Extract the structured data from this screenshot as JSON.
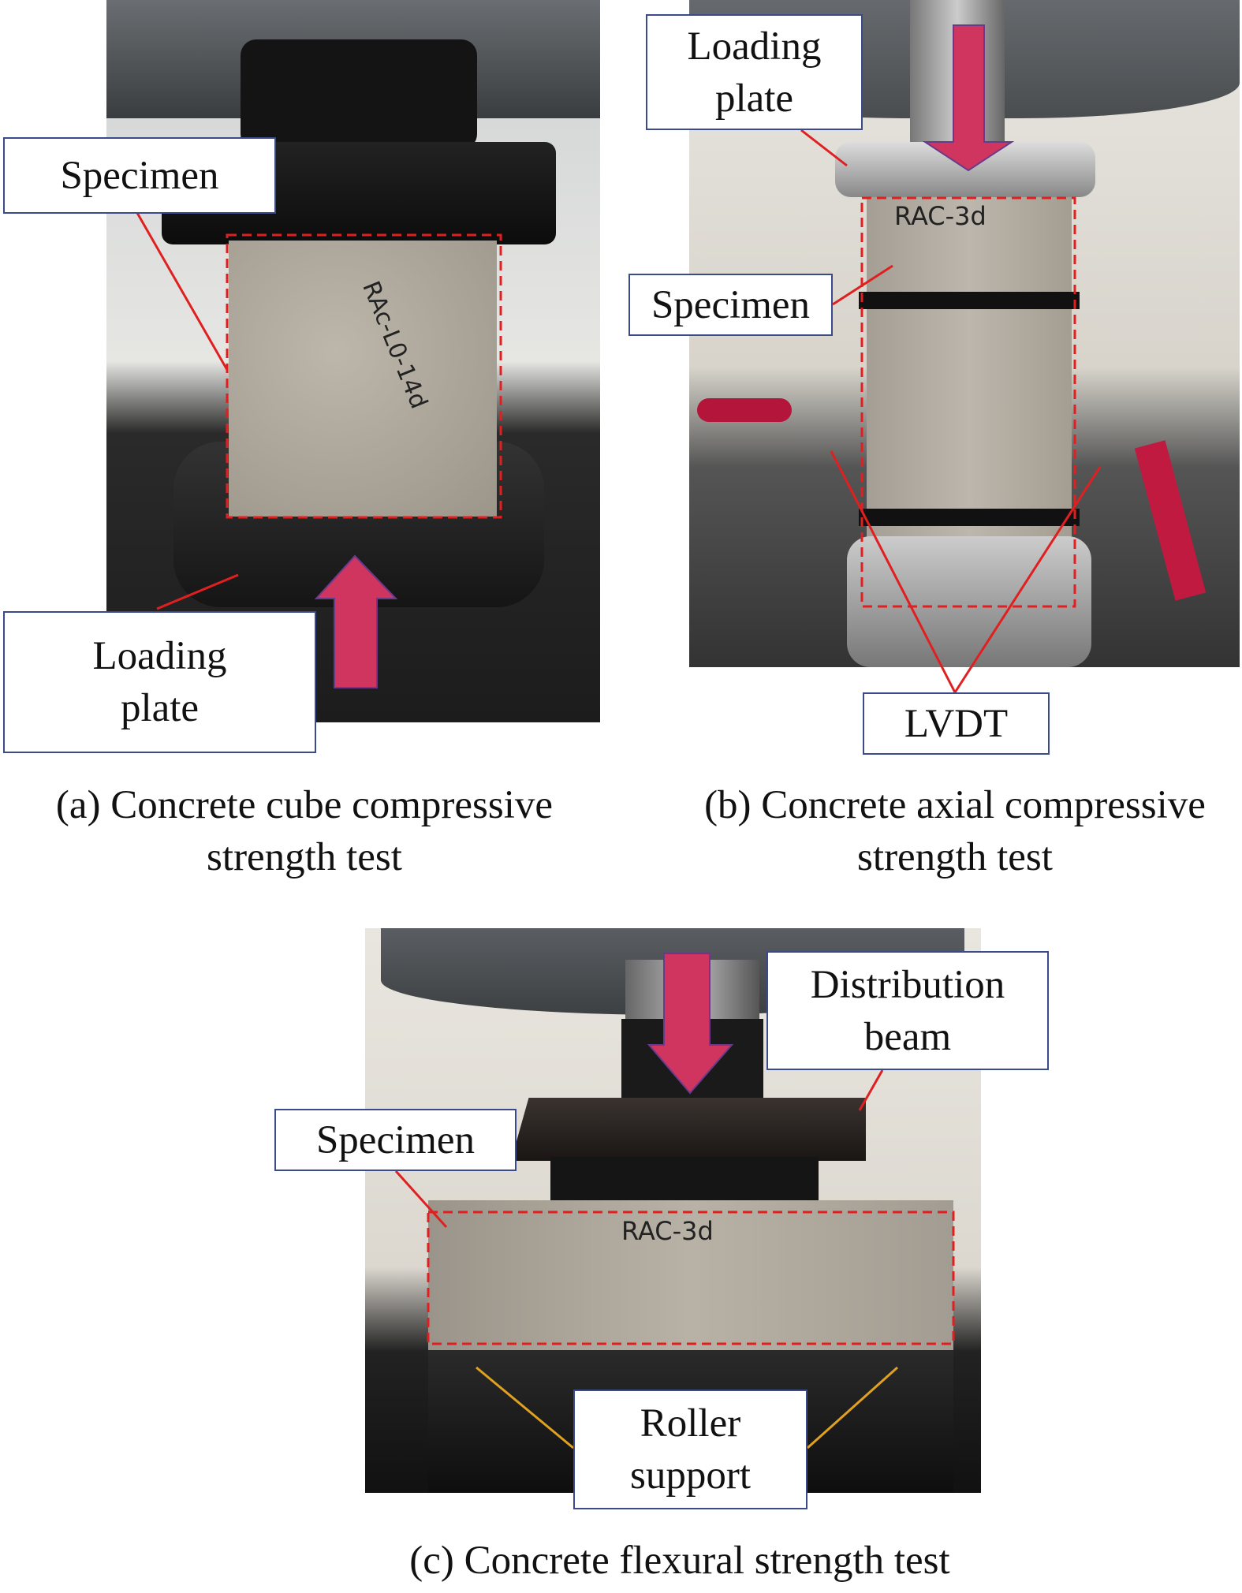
{
  "panels": [
    {
      "caption": "(a) Concrete cube compressive\nstrength test",
      "labels": {
        "specimen": "Specimen",
        "loading_plate": "Loading\nplate"
      },
      "marking": "RAc-L0-14d"
    },
    {
      "caption": "(b) Concrete axial compressive\nstrength test",
      "labels": {
        "loading_plate": "Loading\nplate",
        "specimen": "Specimen",
        "lvdt": "LVDT"
      },
      "marking": "RAC-3d"
    },
    {
      "caption": "(c) Concrete flexural strength test",
      "labels": {
        "distribution_beam": "Distribution\nbeam",
        "specimen": "Specimen",
        "roller_support": "Roller\nsupport"
      },
      "marking": "RAC-3d"
    }
  ],
  "colors": {
    "arrow": "#d0355f",
    "dashed": "#e02020",
    "leader": "#e02020",
    "roller_leader": "#e0a020",
    "label_border": "#3a4a8a"
  }
}
